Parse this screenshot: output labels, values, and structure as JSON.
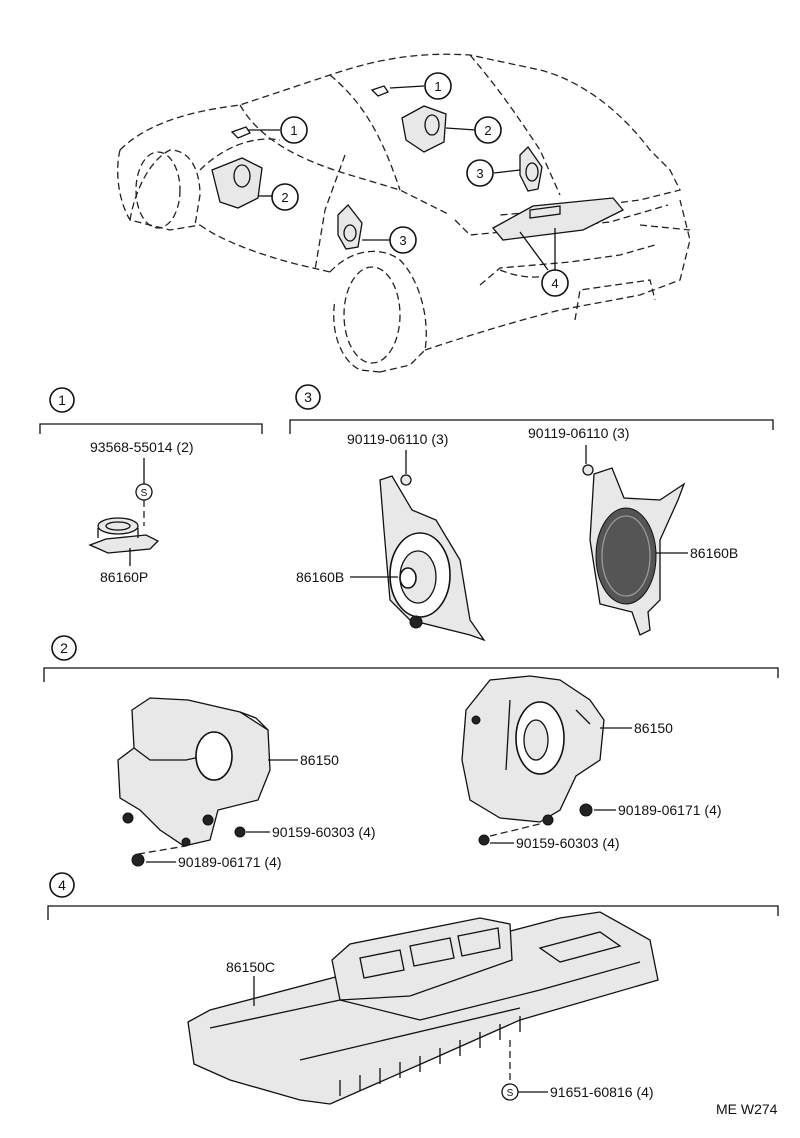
{
  "circle_labels": [
    "1",
    "2",
    "3",
    "4"
  ],
  "sections": {
    "s1": {
      "number": "1",
      "parts": [
        {
          "name": "part-label-93568",
          "text": "93568-55014 (2)"
        },
        {
          "name": "part-label-86160p",
          "text": "86160P"
        }
      ]
    },
    "s3": {
      "number": "3",
      "parts": [
        {
          "name": "part-label-90119-left",
          "text": "90119-06110 (3)"
        },
        {
          "name": "part-label-90119-right",
          "text": "90119-06110 (3)"
        },
        {
          "name": "part-label-86160b-left",
          "text": "86160B"
        },
        {
          "name": "part-label-86160b-right",
          "text": "86160B"
        }
      ]
    },
    "s2": {
      "number": "2",
      "parts": [
        {
          "name": "part-label-86150-left",
          "text": "86150"
        },
        {
          "name": "part-label-90159-left",
          "text": "90159-60303 (4)"
        },
        {
          "name": "part-label-90189-left",
          "text": "90189-06171 (4)"
        },
        {
          "name": "part-label-86150-right",
          "text": "86150"
        },
        {
          "name": "part-label-90189-right",
          "text": "90189-06171 (4)"
        },
        {
          "name": "part-label-90159-right",
          "text": "90159-60303 (4)"
        }
      ]
    },
    "s4": {
      "number": "4",
      "parts": [
        {
          "name": "part-label-86150c",
          "text": "86150C"
        },
        {
          "name": "part-label-91651",
          "text": "91651-60816 (4)"
        }
      ]
    }
  },
  "screw_symbol": "S",
  "diagram_code": "ME W274"
}
